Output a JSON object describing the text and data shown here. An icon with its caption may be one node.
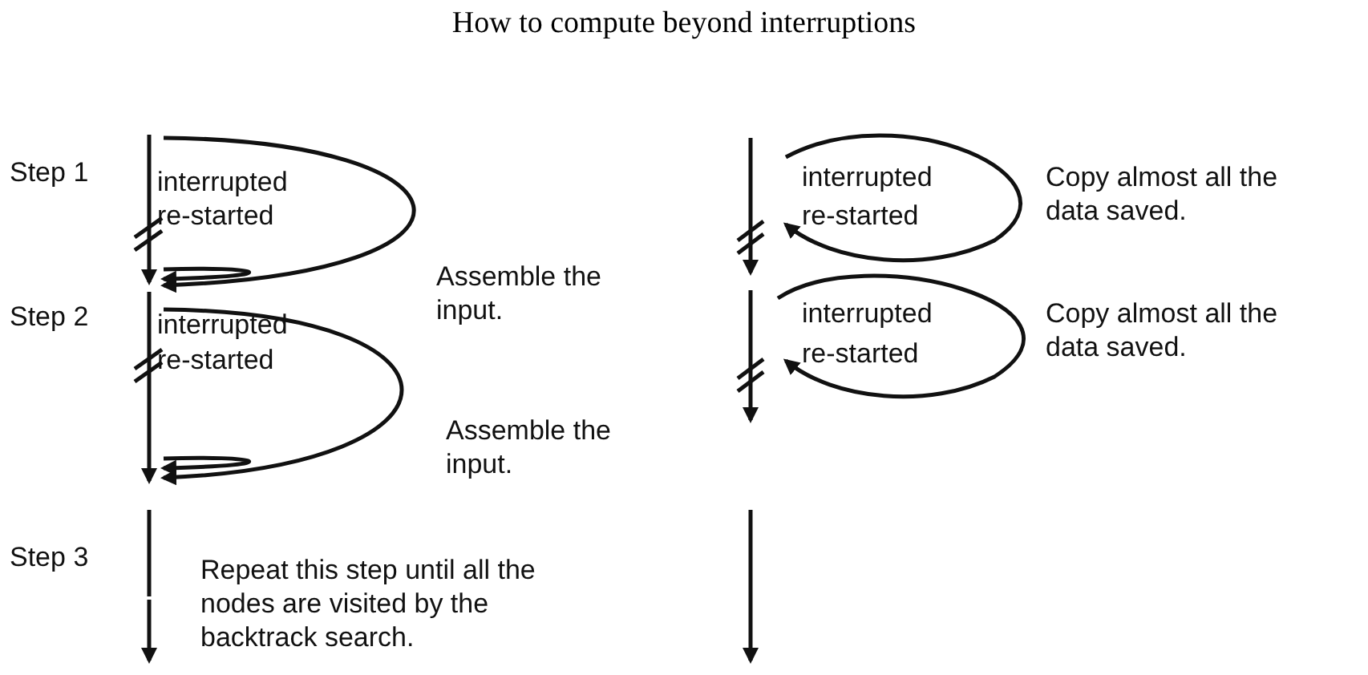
{
  "diagram": {
    "title": "How to compute beyond interruptions",
    "labels": [
      "Step 1",
      "interrupted",
      "re-started",
      "interrupted",
      "re-started",
      "Copy almost all the data saved.",
      "Assemble the input.",
      "Step 2",
      "interrupted",
      "re-started",
      "interrupted",
      "re-started",
      "Copy almost all the data saved.",
      "Assemble the input.",
      "Step 3",
      "Repeat this step until all the nodes are visited by the backtrack search."
    ]
  }
}
